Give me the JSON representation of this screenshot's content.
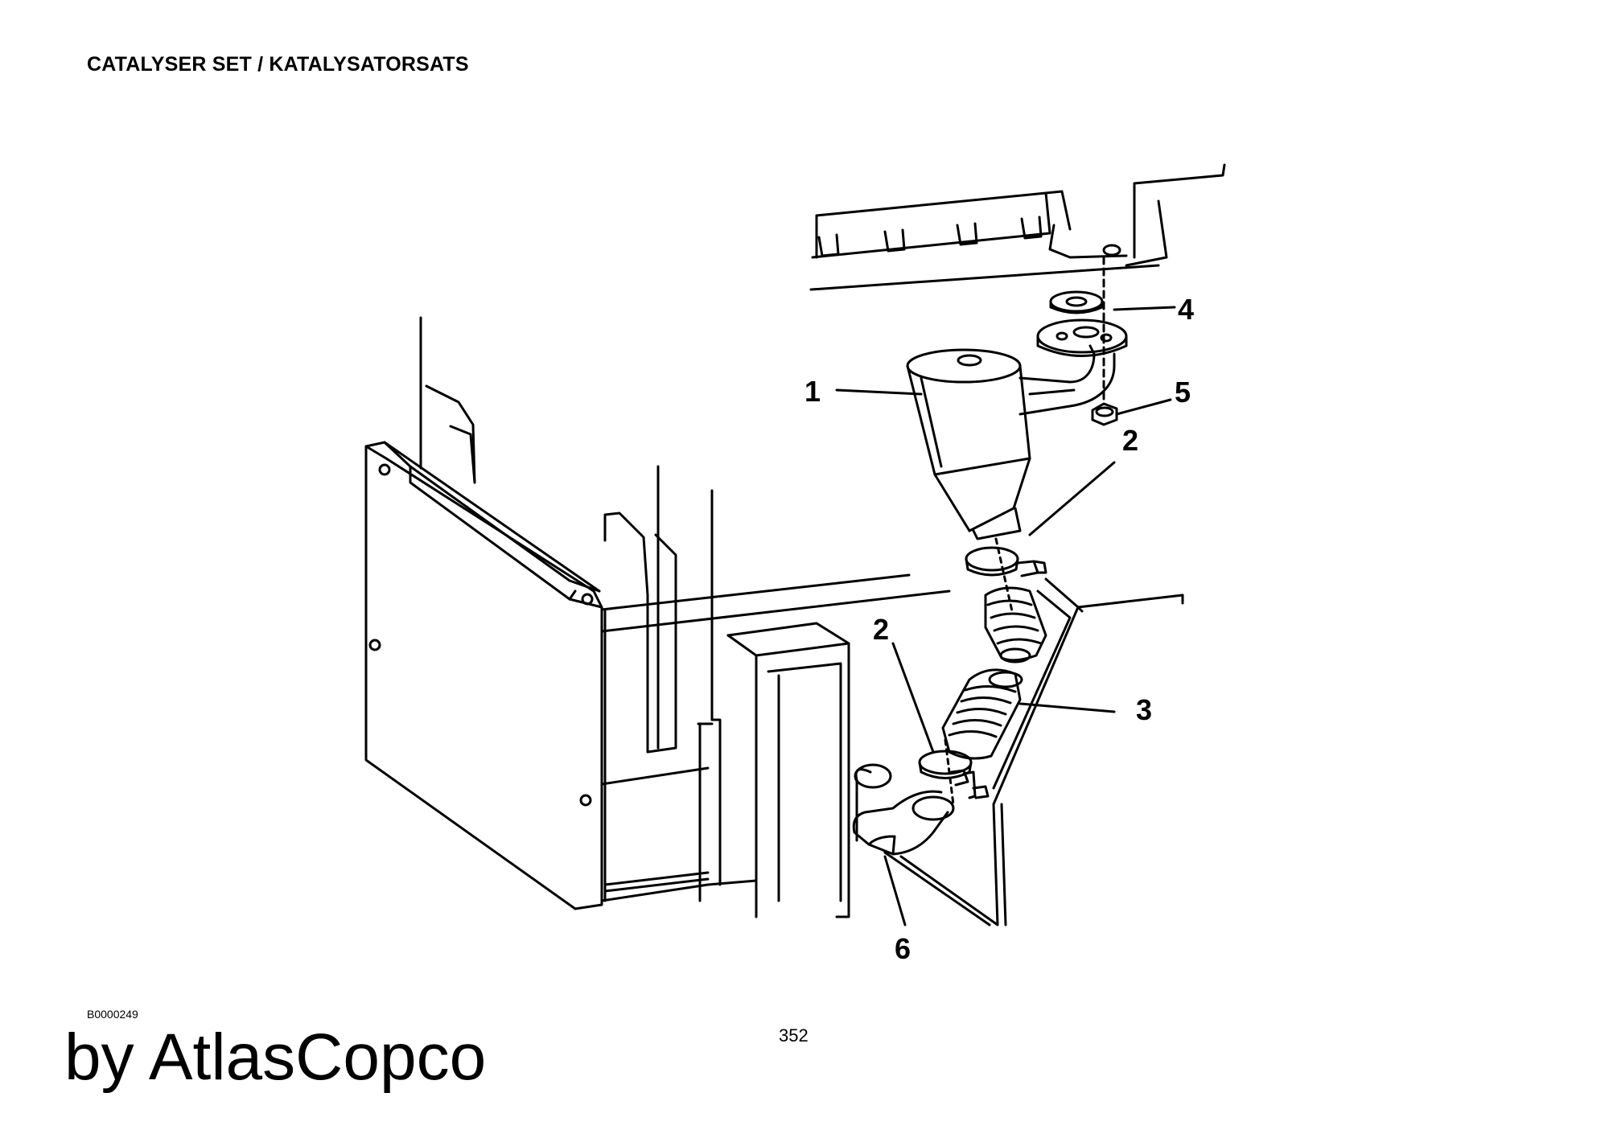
{
  "page": {
    "title": "CATALYSER SET / KATALYSATORSATS",
    "figure_code": "B0000249",
    "brand": "by AtlasCopco",
    "page_number": "352"
  },
  "callouts": [
    {
      "id": "callout-1",
      "label": "1"
    },
    {
      "id": "callout-2a",
      "label": "2"
    },
    {
      "id": "callout-2b",
      "label": "2"
    },
    {
      "id": "callout-3",
      "label": "3"
    },
    {
      "id": "callout-4",
      "label": "4"
    },
    {
      "id": "callout-5",
      "label": "5"
    },
    {
      "id": "callout-6",
      "label": "6"
    }
  ]
}
